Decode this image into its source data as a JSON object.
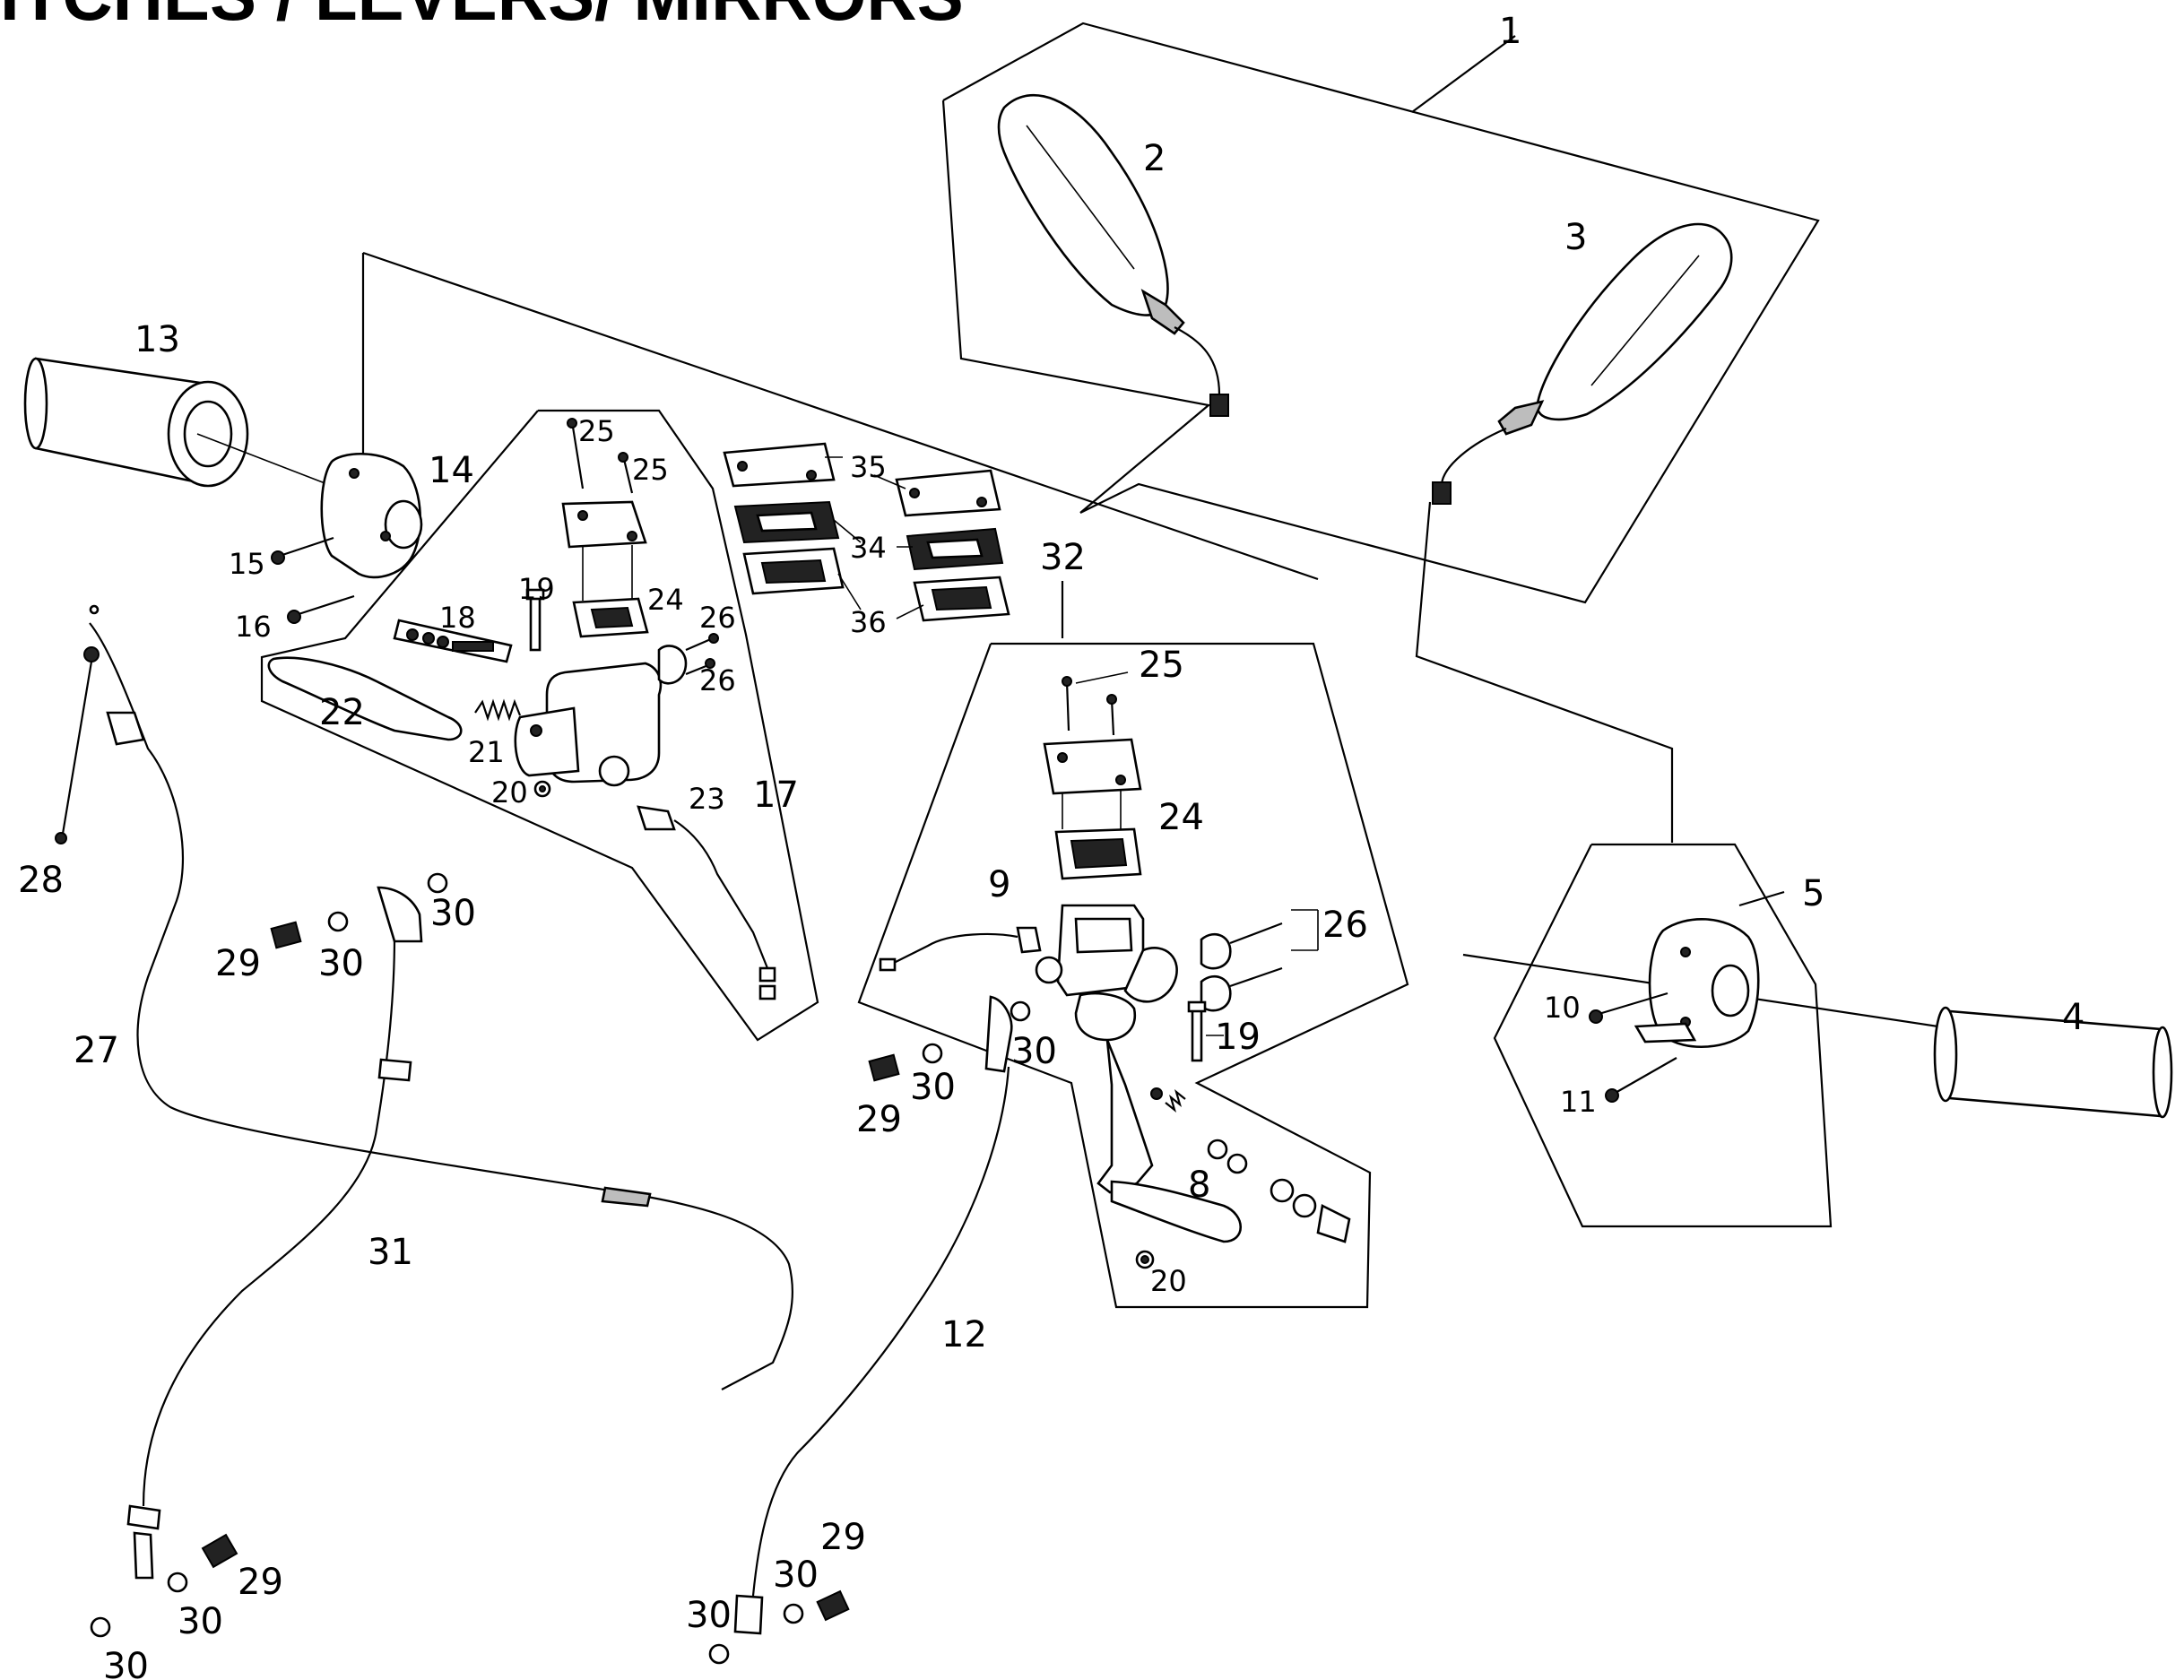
{
  "title": "ITCHES / LEVERS/ MIRRORS",
  "callouts": {
    "c1": "1",
    "c2": "2",
    "c3": "3",
    "c4": "4",
    "c5": "5",
    "c8": "8",
    "c9": "9",
    "c10": "10",
    "c11": "11",
    "c12": "12",
    "c13": "13",
    "c14": "14",
    "c15": "15",
    "c16": "16",
    "c17": "17",
    "c18": "18",
    "c19a": "19",
    "c19b": "19",
    "c20a": "20",
    "c20b": "20",
    "c21": "21",
    "c22": "22",
    "c23": "23",
    "c24a": "24",
    "c24b": "24",
    "c25a": "25",
    "c25b": "25",
    "c25c": "25",
    "c26a": "26",
    "c26b": "26",
    "c26c": "26",
    "c27": "27",
    "c28": "28",
    "c29a": "29",
    "c29b": "29",
    "c29c": "29",
    "c29d": "29",
    "c30a": "30",
    "c30b": "30",
    "c30c": "30",
    "c30d": "30",
    "c30e": "30",
    "c30f": "30",
    "c30g": "30",
    "c30h": "30",
    "c31": "31",
    "c32": "32",
    "c34": "34",
    "c35": "35",
    "c36": "36"
  }
}
